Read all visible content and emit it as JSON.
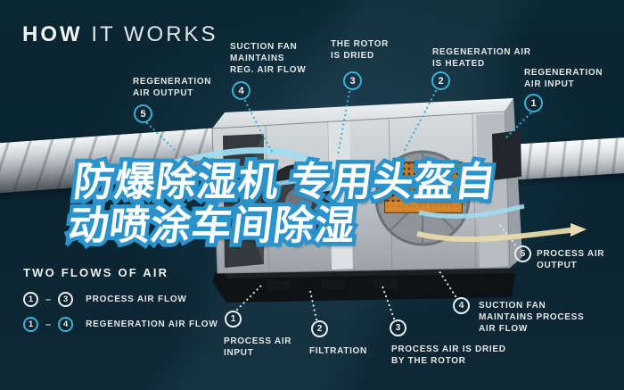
{
  "title": {
    "bold": "HOW",
    "light": "IT WORKS"
  },
  "overlay": {
    "line1": "防爆除湿机 专用头盔自",
    "line2": "动喷涂车间除湿"
  },
  "regeneration_labels": [
    {
      "num": "5",
      "text": "REGENERATION\nAIR OUTPUT"
    },
    {
      "num": "4",
      "text": "SUCTION FAN\nMAINTAINS\nREG. AIR FLOW"
    },
    {
      "num": "3",
      "text": "THE ROTOR\nIS DRIED"
    },
    {
      "num": "2",
      "text": "REGENERATION AIR\nIS HEATED"
    },
    {
      "num": "1",
      "text": "REGENERATION\nAIR INPUT"
    }
  ],
  "process_labels": [
    {
      "num": "1",
      "text": "PROCESS AIR\nINPUT"
    },
    {
      "num": "2",
      "text": "FILTRATION"
    },
    {
      "num": "3",
      "text": "PROCESS AIR IS DRIED\nBY THE ROTOR"
    },
    {
      "num": "4",
      "text": "SUCTION FAN\nMAINTAINS PROCESS\nAIR FLOW"
    },
    {
      "num": "5",
      "text": "PROCESS AIR\nOUTPUT"
    }
  ],
  "legend": {
    "heading": "TWO FLOWS OF AIR",
    "rows": [
      {
        "from": "1",
        "separator": "–",
        "to": "3",
        "label": "PROCESS AIR FLOW",
        "style": "process"
      },
      {
        "from": "1",
        "separator": "–",
        "to": "4",
        "label": "REGENERATION AIR FLOW",
        "style": "regeneration"
      }
    ]
  },
  "colors": {
    "background": "#0a2431",
    "accent_teal": "#3ab2d8",
    "badge_white": "#e9eef0",
    "overlay_stroke": "#2b93cc",
    "heater_orange": "#c07a30"
  }
}
